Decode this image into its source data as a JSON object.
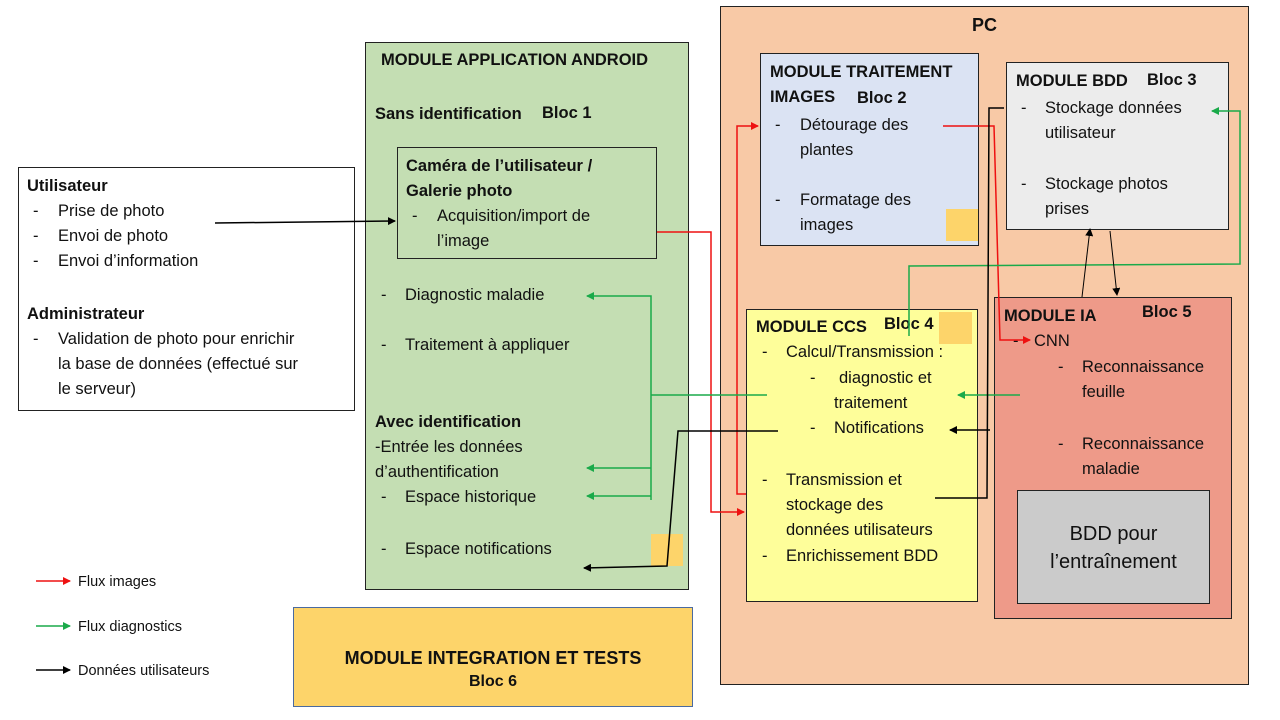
{
  "colors": {
    "pc_bg": "#f8c9a6",
    "android_bg": "#c4deb3",
    "traitement_bg": "#dbe3f3",
    "bdd_bg": "#ececec",
    "ccs_bg": "#fefe9a",
    "ia_bg": "#ee9a89",
    "train_bg": "#cbcbcb",
    "integ_bg": "#fdd46a",
    "flux_images": "#ee1111",
    "flux_diagnostics": "#1aaa4a",
    "donnees_utilisateurs": "#000000"
  },
  "pc": {
    "title": "PC"
  },
  "utilisateur": {
    "title": "Utilisateur",
    "items": [
      "Prise de photo",
      "Envoi de photo",
      "Envoi d’information"
    ],
    "admin_title": "Administrateur",
    "admin_lines": [
      "Validation de photo pour enrichir",
      "la base de données (effectué sur",
      "le serveur)"
    ]
  },
  "android": {
    "title": "MODULE APPLICATION ANDROID",
    "sans_id": "Sans identification",
    "bloc": "Bloc 1",
    "camera_title_1": "Caméra de l’utilisateur /",
    "camera_title_2": "Galerie photo",
    "camera_item_1": "Acquisition/import de",
    "camera_item_2": "l’image",
    "diag": "Diagnostic maladie",
    "traitement": "Traitement à appliquer",
    "avec_id": "Avec identification",
    "entree_1": "-Entrée les données",
    "entree_2": "d’authentification",
    "historique": "Espace historique",
    "notifications": "Espace notifications"
  },
  "traitement": {
    "title_1": "MODULE TRAITEMENT",
    "title_2": "IMAGES",
    "bloc": "Bloc 2",
    "item1_1": "Détourage des",
    "item1_2": "plantes",
    "item2_1": "Formatage des",
    "item2_2": "images"
  },
  "bdd": {
    "title": "MODULE BDD",
    "bloc": "Bloc 3",
    "item1_1": "Stockage données",
    "item1_2": "utilisateur",
    "item2_1": "Stockage photos",
    "item2_2": "prises"
  },
  "ccs": {
    "title": "MODULE CCS",
    "bloc": "Bloc 4",
    "calc": "Calcul/Transmission :",
    "diag_1": "diagnostic et",
    "diag_2": "traitement",
    "notif": "Notifications",
    "trans_1": "Transmission et",
    "trans_2": "stockage des",
    "trans_3": "données utilisateurs",
    "enrich": "Enrichissement BDD"
  },
  "ia": {
    "title": "MODULE IA",
    "bloc": "Bloc 5",
    "cnn": "CNN",
    "feuille_1": "Reconnaissance",
    "feuille_2": "feuille",
    "maladie_1": "Reconnaissance",
    "maladie_2": "maladie",
    "train_1": "BDD pour",
    "train_2": "l’entraînement"
  },
  "integration": {
    "title": "MODULE INTEGRATION ET TESTS",
    "bloc": "Bloc 6"
  },
  "legend": [
    {
      "label": "Flux images",
      "color": "#ee1111"
    },
    {
      "label": "Flux diagnostics",
      "color": "#1aaa4a"
    },
    {
      "label": "Données utilisateurs",
      "color": "#000000"
    }
  ]
}
